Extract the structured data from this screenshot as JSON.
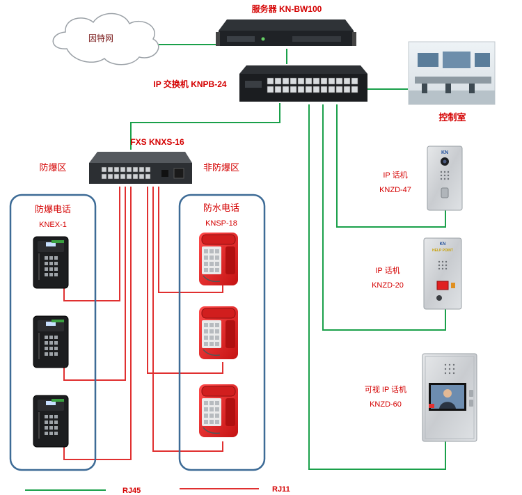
{
  "server": {
    "title": "服务器 KN-BW100"
  },
  "cloud": {
    "label": "因特网"
  },
  "switch": {
    "title": "IP 交换机 KNPB-24"
  },
  "control_room": {
    "label": "控制室"
  },
  "fxs": {
    "title": "FXS KNXS-16"
  },
  "zones": {
    "explosion_proof": "防爆区",
    "non_explosion_proof": "非防爆区"
  },
  "explosion_phone": {
    "title": "防爆电话",
    "model": "KNEX-1"
  },
  "waterproof_phone": {
    "title": "防水电话",
    "model": "KNSP-18"
  },
  "ip_phones": [
    {
      "title": "IP 话机",
      "model": "KNZD-47"
    },
    {
      "title": "IP 话机",
      "model": "KNZD-20"
    },
    {
      "title": "可视 IP 话机",
      "model": "KNZD-60"
    }
  ],
  "device_text": {
    "help_point": "HELP POINT",
    "brand": "KN"
  },
  "legend": [
    {
      "label": "RJ45",
      "color": "#1aa04a"
    },
    {
      "label": "RJ11",
      "color": "#e03030"
    }
  ],
  "colors": {
    "label_red": "#d40000",
    "rj45_green": "#1aa04a",
    "rj11_red": "#e03030",
    "zone_blue": "#3d6b96"
  }
}
